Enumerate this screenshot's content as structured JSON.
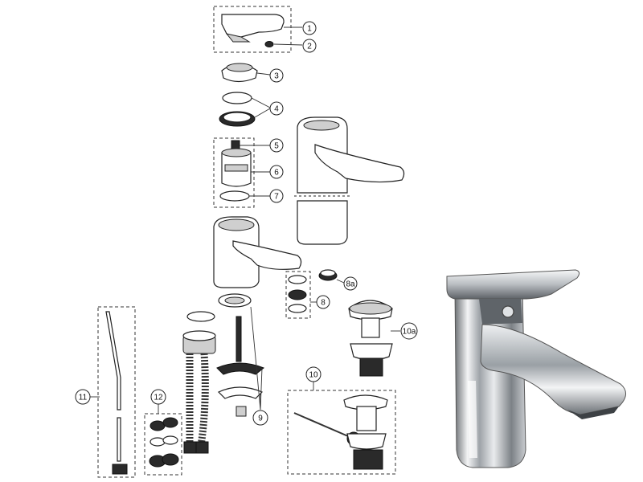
{
  "diagram": {
    "callouts": [
      {
        "label": "1"
      },
      {
        "label": "2"
      },
      {
        "label": "3"
      },
      {
        "label": "4"
      },
      {
        "label": "5"
      },
      {
        "label": "6"
      },
      {
        "label": "7"
      },
      {
        "label": "8a"
      },
      {
        "label": "8"
      },
      {
        "label": "10a"
      },
      {
        "label": "11"
      },
      {
        "label": "12"
      },
      {
        "label": "10"
      },
      {
        "label": "9"
      }
    ]
  },
  "photo": {
    "subject": "chrome-basin-mixer-tap"
  }
}
